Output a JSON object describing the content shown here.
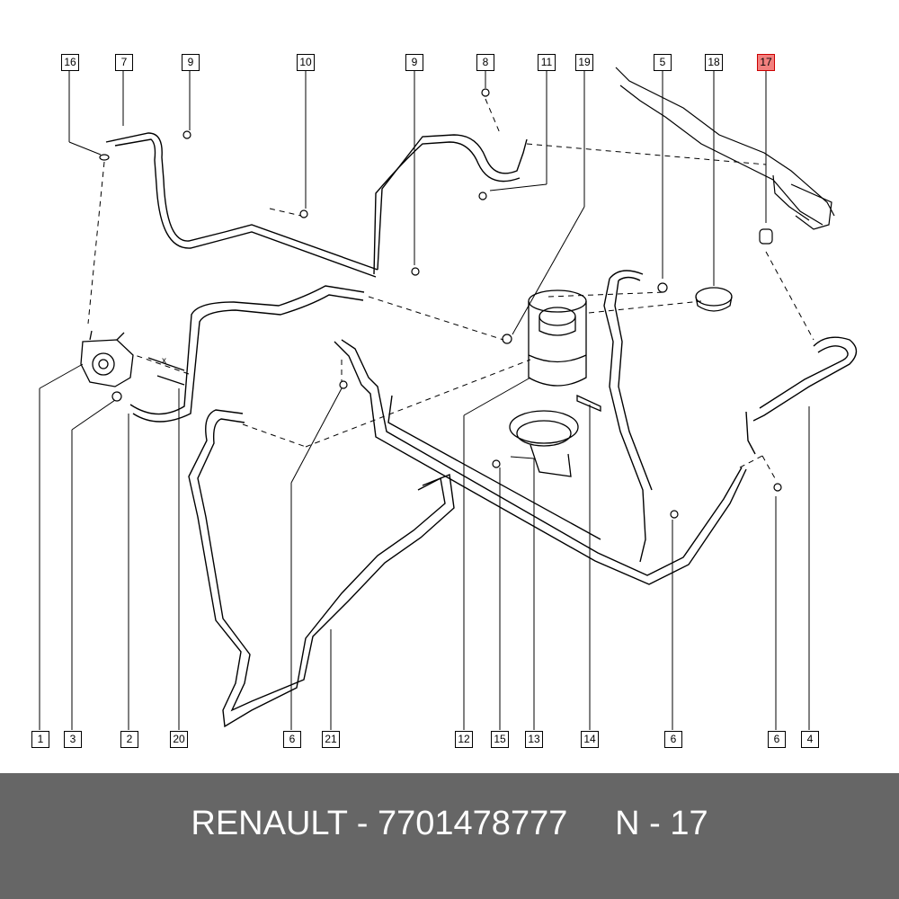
{
  "callouts": {
    "c16": "16",
    "c7": "7",
    "c9a": "9",
    "c10": "10",
    "c9b": "9",
    "c8": "8",
    "c11": "11",
    "c19": "19",
    "c5": "5",
    "c18": "18",
    "c17": "17",
    "b1": "1",
    "b3": "3",
    "b2": "2",
    "b20": "20",
    "b6a": "6",
    "b21": "21",
    "b12": "12",
    "b15": "15",
    "b13": "13",
    "b14": "14",
    "b6b": "6",
    "b6c": "6",
    "b4": "4"
  },
  "dimension_marker": "x",
  "highlight_color": "#f2807e",
  "footer": {
    "text": "RENAULT - 7701478777     N - 17",
    "background": "#666666"
  }
}
